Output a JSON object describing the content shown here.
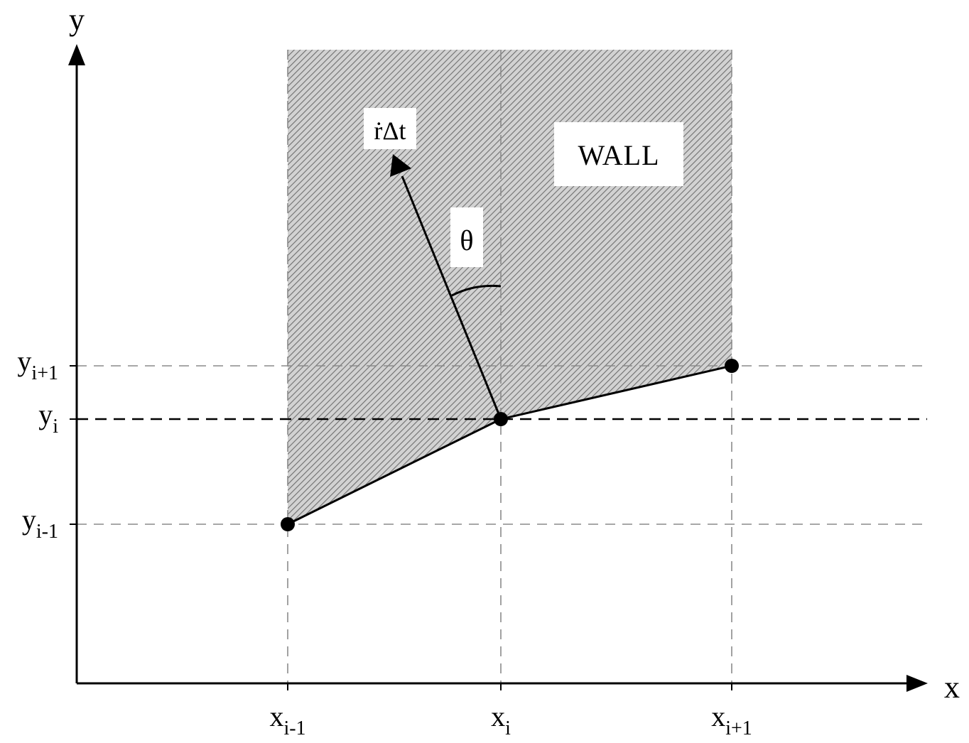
{
  "axes": {
    "x_name": "x",
    "y_name": "y"
  },
  "x_ticks": [
    {
      "base": "x",
      "sub": "i-1"
    },
    {
      "base": "x",
      "sub": "i"
    },
    {
      "base": "x",
      "sub": "i+1"
    }
  ],
  "y_ticks": [
    {
      "base": "y",
      "sub": "i+1"
    },
    {
      "base": "y",
      "sub": "i"
    },
    {
      "base": "y",
      "sub": "i-1"
    }
  ],
  "wall_label": "WALL",
  "angle_label": "θ",
  "vector_label": "ṙΔt",
  "colors": {
    "stroke": "#000000",
    "wall_fill": "#bdbdbd",
    "hatch": "#7a7a7a",
    "guide": "#8a8a8a",
    "label_bg": "#ffffff"
  }
}
